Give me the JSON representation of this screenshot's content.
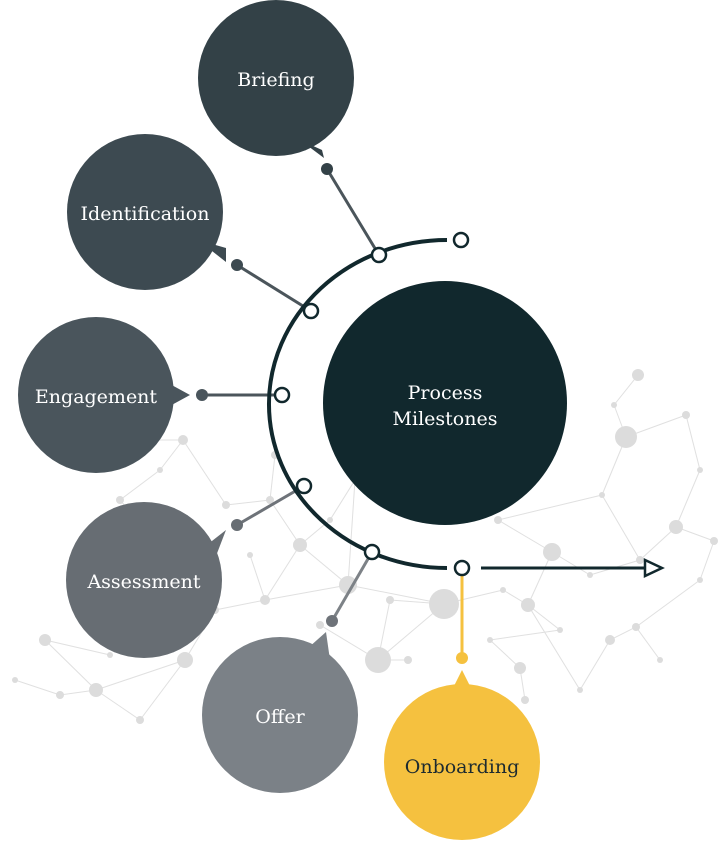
{
  "center": {
    "line1": "Process",
    "line2": "Milestones"
  },
  "milestones": [
    {
      "label": "Briefing"
    },
    {
      "label": "Identification"
    },
    {
      "label": "Engagement"
    },
    {
      "label": "Assessment"
    },
    {
      "label": "Offer"
    },
    {
      "label": "Onboarding"
    }
  ],
  "colors": {
    "center": "#11282d",
    "briefing": "#334147",
    "identification": "#3d4a51",
    "engagement": "#4a555c",
    "assessment": "#676d73",
    "offer": "#7b8187",
    "onboarding": "#f5c13f",
    "arc": "#11282d",
    "network": "#d9d9d9",
    "text_light": "#ffffff",
    "text_dark": "#1d2b30"
  }
}
